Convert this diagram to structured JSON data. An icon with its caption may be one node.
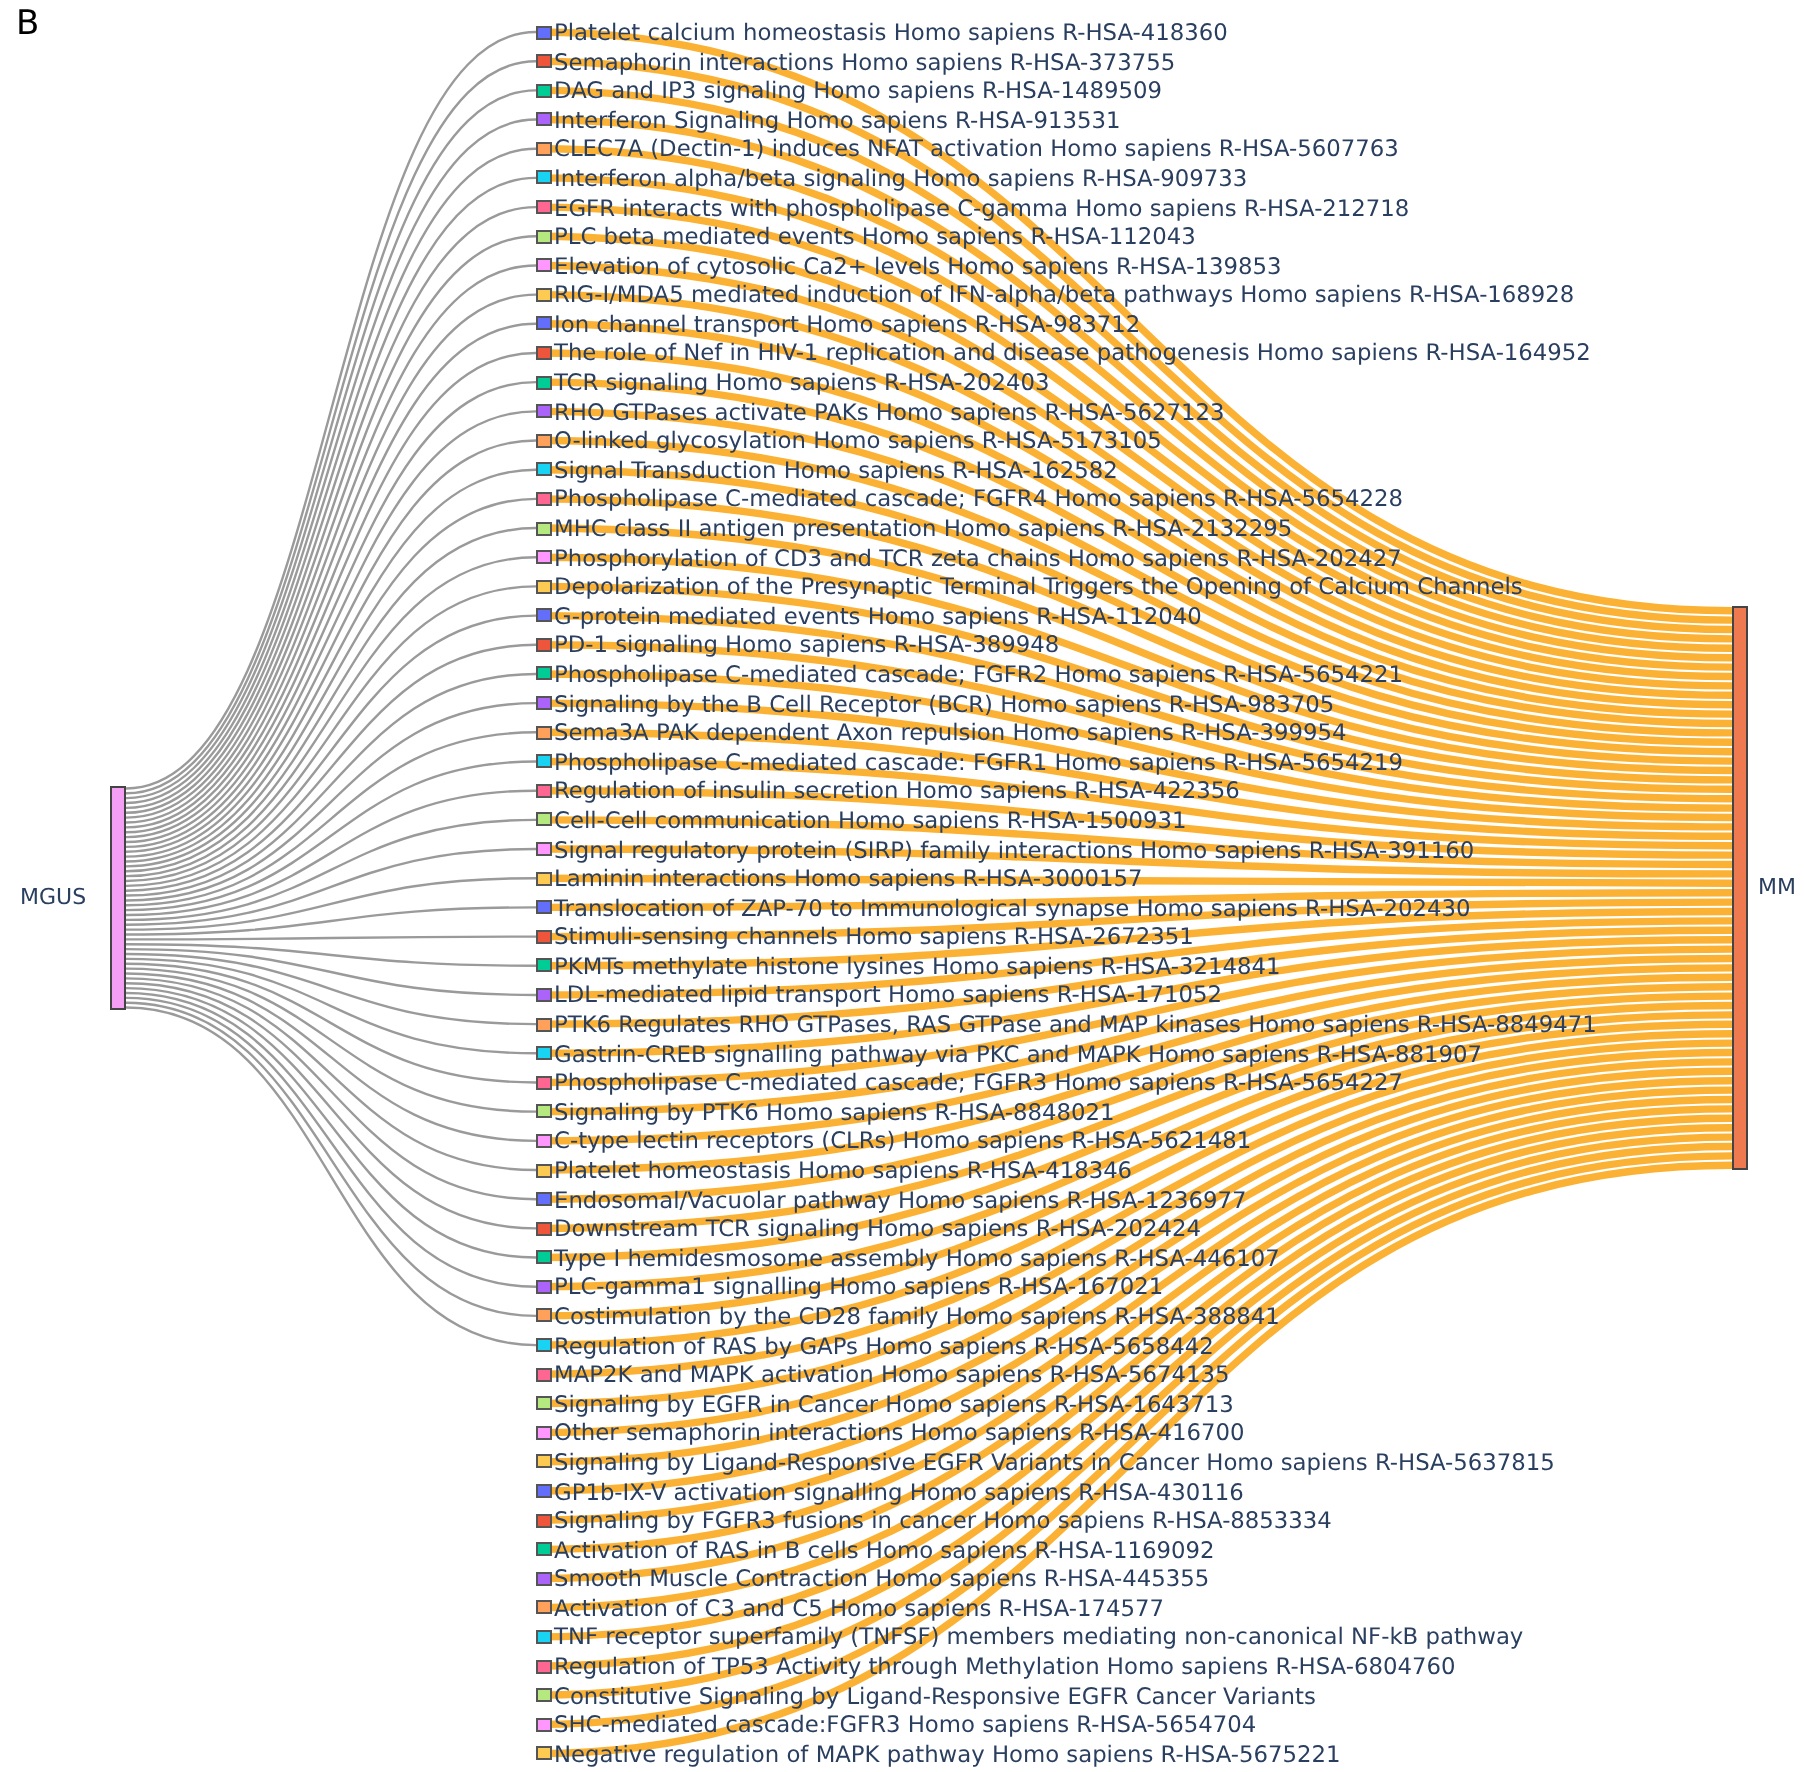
{
  "diagram": {
    "nodes": [
      {
        "text": [
          "MGUS"
        ]
      },
      {
        "text": [
          "Platelet calcium homeostasis Homo sapiens R-HSA-418360"
        ]
      },
      {
        "text": [
          "Semaphorin interactions Homo sapiens R-HSA-373755"
        ]
      },
      {
        "text": [
          "DAG and IP3 signaling Homo sapiens R-HSA-1489509"
        ]
      },
      {
        "text": [
          "Interferon Signaling Homo sapiens R-HSA-913531"
        ]
      },
      {
        "text": [
          "CLEC7A (Dectin-1) induces NFAT activation Homo sapiens R-HSA-5607763"
        ]
      },
      {
        "text": [
          "Interferon alpha/beta signaling Homo sapiens R-HSA-909733"
        ]
      },
      {
        "text": [
          "EGFR interacts with phospholipase C-gamma Homo sapiens R-HSA-212718"
        ]
      },
      {
        "text": [
          "PLC beta mediated events Homo sapiens R-HSA-112043"
        ]
      },
      {
        "text": [
          "Elevation of cytosolic Ca2+ levels Homo sapiens R-HSA-139853"
        ]
      },
      {
        "text": [
          "RIG-I/MDA5 mediated induction of IFN-alpha/beta pathways Homo sapiens R-HSA-168928"
        ]
      },
      {
        "text": [
          "Ion channel transport Homo sapiens R-HSA-983712"
        ]
      },
      {
        "text": [
          "The role of Nef in HIV-1 replication and disease pathogenesis Homo sapiens R-HSA-164952"
        ]
      },
      {
        "text": [
          "TCR signaling Homo sapiens R-HSA-202403"
        ]
      },
      {
        "text": [
          "RHO GTPases activate PAKs Homo sapiens R-HSA-5627123"
        ]
      },
      {
        "text": [
          "O-linked glycosylation Homo sapiens R-HSA-5173105"
        ]
      },
      {
        "text": [
          "Signal Transduction Homo sapiens R-HSA-162582"
        ]
      },
      {
        "text": [
          "Phospholipase C-mediated cascade; FGFR4 Homo sapiens R-HSA-5654228"
        ]
      },
      {
        "text": [
          "MHC class II antigen presentation Homo sapiens R-HSA-2132295"
        ]
      },
      {
        "text": [
          "Phosphorylation of CD3 and TCR zeta chains Homo sapiens R-HSA-202427"
        ]
      },
      {
        "text": [
          "Depolarization of the Presynaptic Terminal Triggers the Opening of Calcium Channels"
        ]
      },
      {
        "text": [
          "G-protein mediated events Homo sapiens R-HSA-112040"
        ]
      },
      {
        "text": [
          "PD-1 signaling Homo sapiens R-HSA-389948"
        ]
      },
      {
        "text": [
          "Phospholipase C-mediated cascade; FGFR2 Homo sapiens R-HSA-5654221"
        ]
      },
      {
        "text": [
          "Signaling by the B Cell Receptor (BCR) Homo sapiens R-HSA-983705"
        ]
      },
      {
        "text": [
          "Sema3A PAK dependent Axon repulsion Homo sapiens R-HSA-399954"
        ]
      },
      {
        "text": [
          "Phospholipase C-mediated cascade: FGFR1 Homo sapiens R-HSA-5654219"
        ]
      },
      {
        "text": [
          "Regulation of insulin secretion Homo sapiens R-HSA-422356"
        ]
      },
      {
        "text": [
          "Cell-Cell communication Homo sapiens R-HSA-1500931"
        ]
      },
      {
        "text": [
          "Signal regulatory protein (SIRP) family interactions Homo sapiens R-HSA-391160"
        ]
      },
      {
        "text": [
          "Laminin interactions Homo sapiens R-HSA-3000157"
        ]
      },
      {
        "text": [
          "Translocation of ZAP-70 to Immunological synapse Homo sapiens R-HSA-202430"
        ]
      },
      {
        "text": [
          "Stimuli-sensing channels Homo sapiens R-HSA-2672351"
        ]
      },
      {
        "text": [
          "PKMTs methylate histone lysines Homo sapiens R-HSA-3214841"
        ]
      },
      {
        "text": [
          "LDL-mediated lipid transport Homo sapiens R-HSA-171052"
        ]
      },
      {
        "text": [
          "PTK6 Regulates RHO GTPases, RAS GTPase and MAP kinases Homo sapiens R-HSA-8849471"
        ]
      },
      {
        "text": [
          "Gastrin-CREB signalling pathway via PKC and MAPK Homo sapiens R-HSA-881907"
        ]
      },
      {
        "text": [
          "Phospholipase C-mediated cascade; FGFR3 Homo sapiens R-HSA-5654227"
        ]
      },
      {
        "text": [
          "Signaling by PTK6 Homo sapiens R-HSA-8848021"
        ]
      },
      {
        "text": [
          "C-type lectin receptors (CLRs) Homo sapiens R-HSA-5621481"
        ]
      },
      {
        "text": [
          "Platelet homeostasis Homo sapiens R-HSA-418346"
        ]
      },
      {
        "text": [
          "Endosomal/Vacuolar pathway Homo sapiens R-HSA-1236977"
        ]
      },
      {
        "text": [
          "Downstream TCR signaling Homo sapiens R-HSA-202424"
        ]
      },
      {
        "text": [
          "Type I hemidesmosome assembly Homo sapiens R-HSA-446107"
        ]
      },
      {
        "text": [
          "PLC-gamma1 signalling Homo sapiens R-HSA-167021"
        ]
      },
      {
        "text": [
          "Costimulation by the CD28 family Homo sapiens R-HSA-388841"
        ]
      },
      {
        "text": [
          "Regulation of RAS by GAPs Homo sapiens R-HSA-5658442"
        ]
      },
      {
        "text": [
          "MAP2K and MAPK activation Homo sapiens R-HSA-5674135"
        ]
      },
      {
        "text": [
          "Signaling by EGFR in Cancer Homo sapiens R-HSA-1643713"
        ]
      },
      {
        "text": [
          "Other semaphorin interactions Homo sapiens R-HSA-416700"
        ]
      },
      {
        "text": [
          "Signaling by Ligand-Responsive EGFR Variants in Cancer Homo sapiens R-HSA-5637815"
        ]
      },
      {
        "text": [
          "GP1b-IX-V activation signalling Homo sapiens R-HSA-430116"
        ]
      },
      {
        "text": [
          "Signaling by FGFR3 fusions in cancer Homo sapiens R-HSA-8853334"
        ]
      },
      {
        "text": [
          "Activation of RAS in B cells Homo sapiens R-HSA-1169092"
        ]
      },
      {
        "text": [
          "Smooth Muscle Contraction Homo sapiens R-HSA-445355"
        ]
      },
      {
        "text": [
          "Activation of C3 and C5 Homo sapiens R-HSA-174577"
        ]
      },
      {
        "text": [
          "TNF receptor superfamily (TNFSF) members mediating non-canonical NF-kB pathway"
        ]
      },
      {
        "text": [
          "Regulation of TP53 Activity through Methylation Homo sapiens R-HSA-6804760"
        ]
      },
      {
        "text": [
          "Constitutive Signaling by Ligand-Responsive EGFR Cancer Variants"
        ]
      },
      {
        "text": [
          "SHC-mediated cascade:FGFR3 Homo sapiens R-HSA-5654704"
        ]
      },
      {
        "text": [
          "Negative regulation of MAPK pathway Homo sapiens R-HSA-5675221"
        ]
      },
      {
        "text": [
          "MM"
        ]
      }
    ],
    "edges": [
      {
        "from": 0,
        "to": 1,
        "arrow": "none",
        "color": "#9a9a9a"
      },
      {
        "from": 0,
        "to": 2,
        "arrow": "none",
        "color": "#9a9a9a"
      },
      {
        "from": 0,
        "to": 3,
        "arrow": "none",
        "color": "#9a9a9a"
      },
      {
        "from": 0,
        "to": 4,
        "arrow": "none",
        "color": "#9a9a9a"
      },
      {
        "from": 0,
        "to": 5,
        "arrow": "none",
        "color": "#9a9a9a"
      },
      {
        "from": 0,
        "to": 6,
        "arrow": "none",
        "color": "#9a9a9a"
      },
      {
        "from": 0,
        "to": 7,
        "arrow": "none",
        "color": "#9a9a9a"
      },
      {
        "from": 0,
        "to": 8,
        "arrow": "none",
        "color": "#9a9a9a"
      },
      {
        "from": 0,
        "to": 9,
        "arrow": "none",
        "color": "#9a9a9a"
      },
      {
        "from": 0,
        "to": 10,
        "arrow": "none",
        "color": "#9a9a9a"
      },
      {
        "from": 0,
        "to": 11,
        "arrow": "none",
        "color": "#9a9a9a"
      },
      {
        "from": 0,
        "to": 12,
        "arrow": "none",
        "color": "#9a9a9a"
      },
      {
        "from": 0,
        "to": 13,
        "arrow": "none",
        "color": "#9a9a9a"
      },
      {
        "from": 0,
        "to": 14,
        "arrow": "none",
        "color": "#9a9a9a"
      },
      {
        "from": 0,
        "to": 15,
        "arrow": "none",
        "color": "#9a9a9a"
      },
      {
        "from": 0,
        "to": 16,
        "arrow": "none",
        "color": "#9a9a9a"
      },
      {
        "from": 0,
        "to": 17,
        "arrow": "none",
        "color": "#9a9a9a"
      },
      {
        "from": 0,
        "to": 18,
        "arrow": "none",
        "color": "#9a9a9a"
      },
      {
        "from": 0,
        "to": 19,
        "arrow": "none",
        "color": "#9a9a9a"
      },
      {
        "from": 0,
        "to": 20,
        "arrow": "none",
        "color": "#9a9a9a"
      },
      {
        "from": 0,
        "to": 21,
        "arrow": "none",
        "color": "#9a9a9a"
      },
      {
        "from": 0,
        "to": 22,
        "arrow": "none",
        "color": "#9a9a9a"
      },
      {
        "from": 0,
        "to": 23,
        "arrow": "none",
        "color": "#9a9a9a"
      },
      {
        "from": 0,
        "to": 24,
        "arrow": "none",
        "color": "#9a9a9a"
      },
      {
        "from": 0,
        "to": 25,
        "arrow": "none",
        "color": "#9a9a9a"
      },
      {
        "from": 0,
        "to": 26,
        "arrow": "none",
        "color": "#9a9a9a"
      },
      {
        "from": 0,
        "to": 27,
        "arrow": "none",
        "color": "#9a9a9a"
      },
      {
        "from": 0,
        "to": 28,
        "arrow": "none",
        "color": "#9a9a9a"
      },
      {
        "from": 0,
        "to": 29,
        "arrow": "none",
        "color": "#9a9a9a"
      },
      {
        "from": 0,
        "to": 30,
        "arrow": "none",
        "color": "#9a9a9a"
      },
      {
        "from": 0,
        "to": 31,
        "arrow": "none",
        "color": "#9a9a9a"
      },
      {
        "from": 0,
        "to": 32,
        "arrow": "none",
        "color": "#9a9a9a"
      },
      {
        "from": 0,
        "to": 33,
        "arrow": "none",
        "color": "#9a9a9a"
      },
      {
        "from": 0,
        "to": 34,
        "arrow": "none",
        "color": "#9a9a9a"
      },
      {
        "from": 0,
        "to": 35,
        "arrow": "none",
        "color": "#9a9a9a"
      },
      {
        "from": 0,
        "to": 36,
        "arrow": "none",
        "color": "#9a9a9a"
      },
      {
        "from": 0,
        "to": 37,
        "arrow": "none",
        "color": "#9a9a9a"
      },
      {
        "from": 0,
        "to": 38,
        "arrow": "none",
        "color": "#9a9a9a"
      },
      {
        "from": 0,
        "to": 39,
        "arrow": "none",
        "color": "#9a9a9a"
      },
      {
        "from": 0,
        "to": 40,
        "arrow": "none",
        "color": "#9a9a9a"
      },
      {
        "from": 0,
        "to": 41,
        "arrow": "none",
        "color": "#9a9a9a"
      },
      {
        "from": 0,
        "to": 42,
        "arrow": "none",
        "color": "#9a9a9a"
      },
      {
        "from": 0,
        "to": 43,
        "arrow": "none",
        "color": "#9a9a9a"
      },
      {
        "from": 0,
        "to": 44,
        "arrow": "none",
        "color": "#9a9a9a"
      },
      {
        "from": 0,
        "to": 45,
        "arrow": "none",
        "color": "#9a9a9a"
      },
      {
        "from": 0,
        "to": 46,
        "arrow": "none",
        "color": "#9a9a9a"
      },
      {
        "from": 1,
        "to": 61,
        "arrow": "none"
      },
      {
        "from": 2,
        "to": 61,
        "arrow": "none"
      },
      {
        "from": 3,
        "to": 61,
        "arrow": "none"
      },
      {
        "from": 4,
        "to": 61,
        "arrow": "none"
      },
      {
        "from": 5,
        "to": 61,
        "arrow": "none"
      },
      {
        "from": 6,
        "to": 61,
        "arrow": "none"
      },
      {
        "from": 7,
        "to": 61,
        "arrow": "none"
      },
      {
        "from": 8,
        "to": 61,
        "arrow": "none"
      },
      {
        "from": 9,
        "to": 61,
        "arrow": "none"
      },
      {
        "from": 10,
        "to": 61,
        "arrow": "none"
      },
      {
        "from": 11,
        "to": 61,
        "arrow": "none"
      },
      {
        "from": 12,
        "to": 61,
        "arrow": "none"
      },
      {
        "from": 13,
        "to": 61,
        "arrow": "none"
      },
      {
        "from": 14,
        "to": 61,
        "arrow": "none"
      },
      {
        "from": 15,
        "to": 61,
        "arrow": "none"
      },
      {
        "from": 16,
        "to": 61,
        "arrow": "none"
      },
      {
        "from": 17,
        "to": 61,
        "arrow": "none"
      },
      {
        "from": 18,
        "to": 61,
        "arrow": "none"
      },
      {
        "from": 19,
        "to": 61,
        "arrow": "none"
      },
      {
        "from": 20,
        "to": 61,
        "arrow": "none"
      },
      {
        "from": 21,
        "to": 61,
        "arrow": "none"
      },
      {
        "from": 22,
        "to": 61,
        "arrow": "none"
      },
      {
        "from": 23,
        "to": 61,
        "arrow": "none"
      },
      {
        "from": 24,
        "to": 61,
        "arrow": "none"
      },
      {
        "from": 25,
        "to": 61,
        "arrow": "none"
      },
      {
        "from": 26,
        "to": 61,
        "arrow": "none"
      },
      {
        "from": 27,
        "to": 61,
        "arrow": "none"
      },
      {
        "from": 28,
        "to": 61,
        "arrow": "none"
      },
      {
        "from": 29,
        "to": 61,
        "arrow": "none"
      },
      {
        "from": 30,
        "to": 61,
        "arrow": "none"
      },
      {
        "from": 31,
        "to": 61,
        "arrow": "none"
      },
      {
        "from": 32,
        "to": 61,
        "arrow": "none"
      },
      {
        "from": 33,
        "to": 61,
        "arrow": "none"
      },
      {
        "from": 34,
        "to": 61,
        "arrow": "none"
      },
      {
        "from": 35,
        "to": 61,
        "arrow": "none"
      },
      {
        "from": 36,
        "to": 61,
        "arrow": "none"
      },
      {
        "from": 37,
        "to": 61,
        "arrow": "none"
      },
      {
        "from": 38,
        "to": 61,
        "arrow": "none"
      },
      {
        "from": 39,
        "to": 61,
        "arrow": "none"
      },
      {
        "from": 40,
        "to": 61,
        "arrow": "none"
      },
      {
        "from": 41,
        "to": 61,
        "arrow": "none"
      },
      {
        "from": 42,
        "to": 61,
        "arrow": "none"
      },
      {
        "from": 43,
        "to": 61,
        "arrow": "none"
      },
      {
        "from": 44,
        "to": 61,
        "arrow": "none"
      },
      {
        "from": 45,
        "to": 61,
        "arrow": "none"
      },
      {
        "from": 46,
        "to": 61,
        "arrow": "none"
      },
      {
        "from": 47,
        "to": 61,
        "arrow": "none"
      },
      {
        "from": 48,
        "to": 61,
        "arrow": "none"
      },
      {
        "from": 49,
        "to": 61,
        "arrow": "none"
      },
      {
        "from": 50,
        "to": 61,
        "arrow": "none"
      },
      {
        "from": 51,
        "to": 61,
        "arrow": "none"
      },
      {
        "from": 52,
        "to": 61,
        "arrow": "none"
      },
      {
        "from": 53,
        "to": 61,
        "arrow": "none"
      },
      {
        "from": 54,
        "to": 61,
        "arrow": "none"
      },
      {
        "from": 55,
        "to": 61,
        "arrow": "none"
      },
      {
        "from": 56,
        "to": 61,
        "arrow": "none"
      },
      {
        "from": 57,
        "to": 61,
        "arrow": "none"
      },
      {
        "from": 58,
        "to": 61,
        "arrow": "none"
      },
      {
        "from": 59,
        "to": 61,
        "arrow": "none"
      },
      {
        "from": 60,
        "to": 61,
        "arrow": "none"
      }
    ],
    "labels": [
      "B"
    ]
  }
}
